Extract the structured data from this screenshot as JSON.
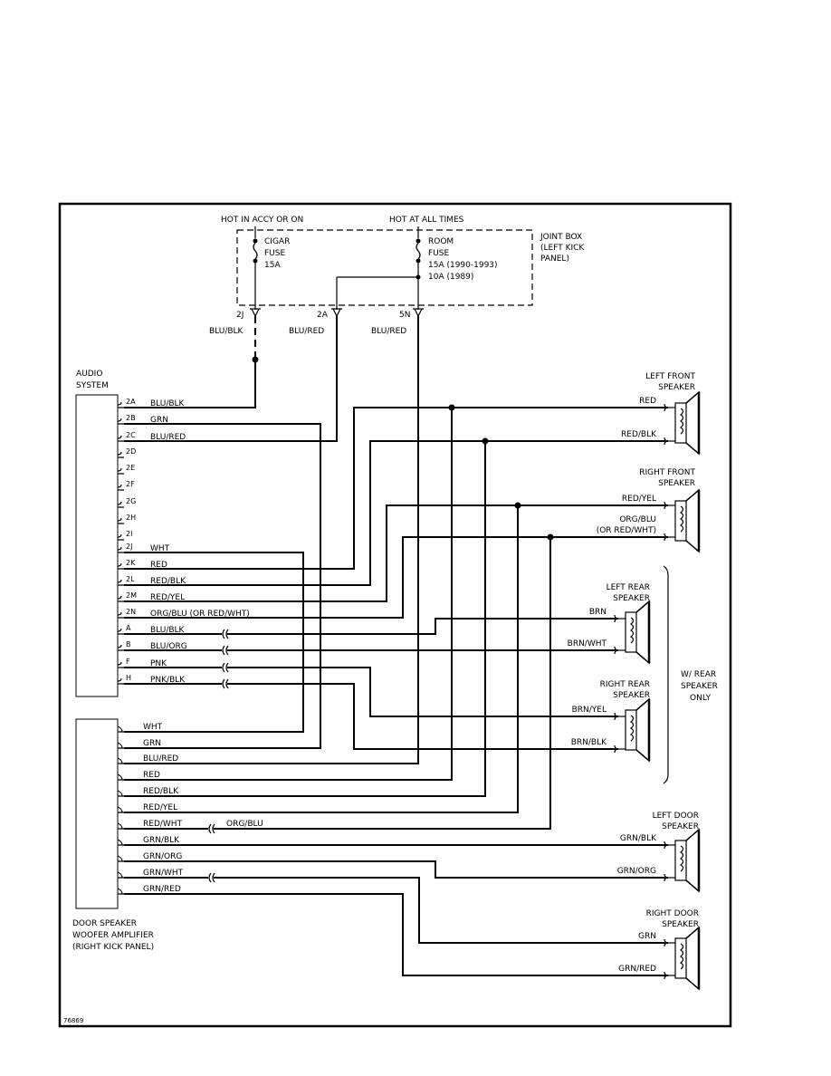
{
  "header": {
    "hot_accy": "HOT IN ACCY OR ON",
    "hot_always": "HOT AT ALL TIMES"
  },
  "joint_box": [
    "JOINT BOX",
    "(LEFT KICK",
    "PANEL)"
  ],
  "fuses": {
    "cigar": [
      "CIGAR",
      "FUSE",
      "15A"
    ],
    "room": [
      "ROOM",
      "FUSE",
      "15A    (1990-1993)",
      "10A    (1989)"
    ]
  },
  "top_connectors": [
    {
      "pin": "2J",
      "wire": "BLU/BLK"
    },
    {
      "pin": "2A",
      "wire": "BLU/RED"
    },
    {
      "pin": "5N",
      "wire": "BLU/RED"
    }
  ],
  "audio_system": {
    "label": [
      "AUDIO",
      "SYSTEM"
    ],
    "pins": [
      {
        "pin": "2A",
        "wire": "BLU/BLK"
      },
      {
        "pin": "2B",
        "wire": "GRN"
      },
      {
        "pin": "2C",
        "wire": "BLU/RED"
      },
      {
        "pin": "2D",
        "wire": ""
      },
      {
        "pin": "2E",
        "wire": ""
      },
      {
        "pin": "2F",
        "wire": ""
      },
      {
        "pin": "2G",
        "wire": ""
      },
      {
        "pin": "2H",
        "wire": ""
      },
      {
        "pin": "2I",
        "wire": ""
      },
      {
        "pin": "2J",
        "wire": "WHT"
      },
      {
        "pin": "2K",
        "wire": "RED"
      },
      {
        "pin": "2L",
        "wire": "RED/BLK"
      },
      {
        "pin": "2M",
        "wire": "RED/YEL"
      },
      {
        "pin": "2N",
        "wire": "ORG/BLU (OR RED/WHT)"
      },
      {
        "pin": "A",
        "wire": "BLU/BLK"
      },
      {
        "pin": "B",
        "wire": "BLU/ORG"
      },
      {
        "pin": "F",
        "wire": "PNK"
      },
      {
        "pin": "H",
        "wire": "PNK/BLK"
      }
    ]
  },
  "amplifier": {
    "label": [
      "DOOR SPEAKER",
      "WOOFER AMPLIFIER",
      "(RIGHT KICK PANEL)"
    ],
    "wires": [
      "WHT",
      "GRN",
      "BLU/RED",
      "RED",
      "RED/BLK",
      "RED/YEL",
      "RED/WHT",
      "GRN/BLK",
      "GRN/ORG",
      "GRN/WHT",
      "GRN/RED"
    ],
    "spliced_wire": "ORG/BLU"
  },
  "speakers": [
    {
      "name": [
        "LEFT FRONT",
        "SPEAKER"
      ],
      "wires": [
        "RED",
        "RED/BLK"
      ]
    },
    {
      "name": [
        "RIGHT FRONT",
        "SPEAKER"
      ],
      "wires": [
        "RED/YEL",
        "ORG/BLU",
        "(OR RED/WHT)"
      ]
    },
    {
      "name": [
        "LEFT REAR",
        "SPEAKER"
      ],
      "wires": [
        "BRN",
        "BRN/WHT"
      ]
    },
    {
      "name": [
        "RIGHT REAR",
        "SPEAKER"
      ],
      "wires": [
        "BRN/YEL",
        "BRN/BLK"
      ]
    },
    {
      "name": [
        "LEFT DOOR",
        "SPEAKER"
      ],
      "wires": [
        "GRN/BLK",
        "GRN/ORG"
      ]
    },
    {
      "name": [
        "RIGHT DOOR",
        "SPEAKER"
      ],
      "wires": [
        "GRN",
        "GRN/RED"
      ]
    }
  ],
  "rear_note": [
    "W/ REAR",
    "SPEAKER",
    "ONLY"
  ],
  "figure_id": "76869"
}
